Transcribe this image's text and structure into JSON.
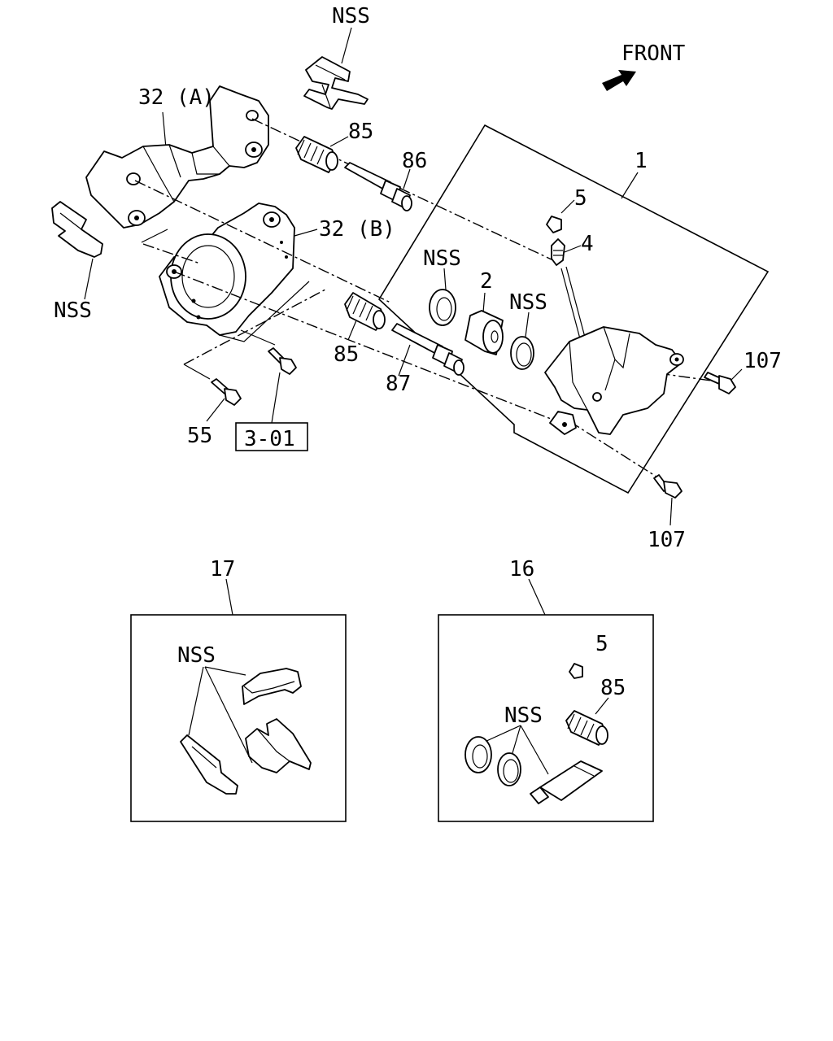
{
  "colors": {
    "line": "#000000",
    "background": "#ffffff"
  },
  "direction": {
    "label": "FRONT"
  },
  "labels": {
    "nss_top": "NSS",
    "label_32a": "32 (A)",
    "label_85_upper": "85",
    "label_86": "86",
    "label_1": "1",
    "label_5": "5",
    "label_4": "4",
    "label_32b": "32 (B)",
    "nss_left": "NSS",
    "nss_seal": "NSS",
    "label_2": "2",
    "nss_ring": "NSS",
    "label_107_upper": "107",
    "label_85_lower": "85",
    "label_87": "87",
    "label_55": "55",
    "ref_box": "3-01",
    "label_107_lower": "107"
  },
  "kit17": {
    "number": "17",
    "nss": "NSS"
  },
  "kit16": {
    "number": "16",
    "nss": "NSS",
    "label_5": "5",
    "label_85": "85"
  }
}
